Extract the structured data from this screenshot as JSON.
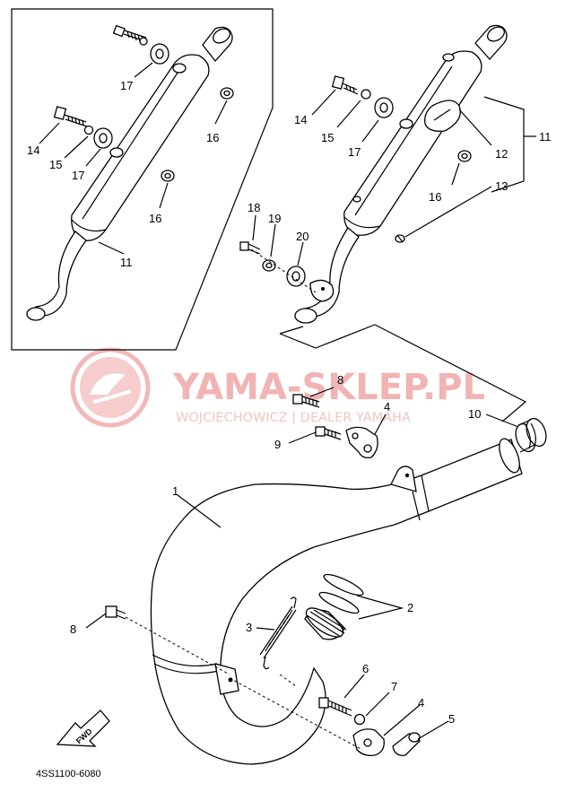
{
  "watermark": {
    "title": "YAMA-SKLEP.PL",
    "subtitle": "WOJCIECHOWICZ | DEALER YAMAHA"
  },
  "reference_code": "4SS1100-6080",
  "fwd_label": "FWD",
  "inset_labels": {
    "p17a": "17",
    "p16a": "16",
    "p14": "14",
    "p15": "15",
    "p17b": "17",
    "p16b": "16",
    "p11": "11"
  },
  "silencer_labels": {
    "p14": "14",
    "p15": "15",
    "p17": "17",
    "p12": "12",
    "p11": "11",
    "p16": "16",
    "p13": "13",
    "p18": "18",
    "p19": "19",
    "p20": "20"
  },
  "pipe_labels": {
    "p8a": "8",
    "p4a": "4",
    "p9": "9",
    "p10": "10",
    "p1": "1",
    "p2": "2",
    "p3": "3",
    "p8b": "8",
    "p6": "6",
    "p7": "7",
    "p4b": "4",
    "p5": "5"
  },
  "colors": {
    "line": "#000000",
    "watermark": "#f1b3b3"
  }
}
